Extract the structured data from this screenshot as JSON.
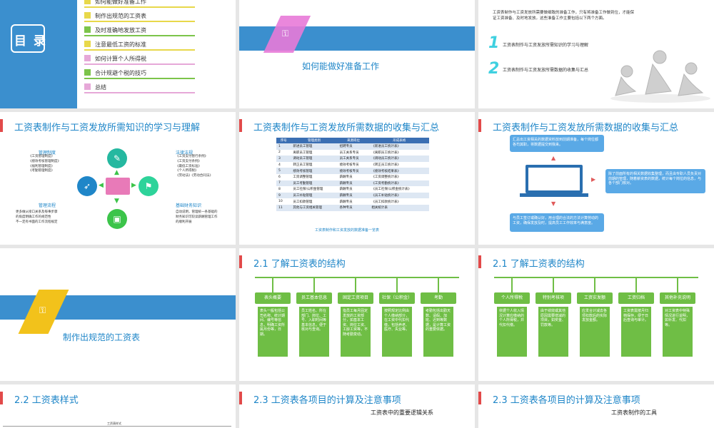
{
  "toc": {
    "title": "目 录",
    "items": [
      "如何能做好准备工作",
      "制作出规范的工资表",
      "及时准确地发放工资",
      "注意最低工资的标准",
      "如何计算个人所得税",
      "合计规避个税的技巧",
      "总结"
    ],
    "colors": [
      "#e8d84a",
      "#e8d84a",
      "#7cc44a",
      "#e8d84a",
      "#e6a8d8",
      "#7cc44a",
      "#e6a8d8"
    ]
  },
  "slide2": {
    "title": "如何能做好准备工作"
  },
  "slide3": {
    "intro": "工资表制作与工资发放所需要做细致的准备工作，只有将准备工作做到位，才能保证工资准备、及时地发放。这些准备工作主要包括以下两个方面。",
    "item1_num": "1",
    "item1": "工资表制作与工资发放所需知识的学习与理解",
    "item2_num": "2",
    "item2": "工资表制作与工资发放所需数据的收集与汇总"
  },
  "slide4": {
    "title": "工资表制作与工资发放所需知识的学习与理解",
    "tl_head": "管理制度",
    "tl_lines": [
      "《工资管理制度》",
      "《绩效考核管理制度》",
      "《福利管理制度》",
      "《考勤管理制度》"
    ],
    "tr_head": "法律法规",
    "tr_lines": [
      "《工资支付暂行条例》",
      "《工资支付条例》",
      "《最低工资标准》",
      "《个人所得税》",
      "《劳动法》《劳动合同法》"
    ],
    "bl_head": "管理流程",
    "bl_lines": [
      "更多做从接口关系及每事步骤",
      "的角度明确工作的规范性",
      "不一定有书面的工作流程规定"
    ],
    "br_head": "基础财务知识",
    "br_lines": [
      "自动说明，管理统一各基础的",
      "财务知识可较读薪酬管理工作",
      "的顺利开展"
    ]
  },
  "slide5": {
    "title": "工资表制作与工资发放所需数据的收集与汇总",
    "headers": [
      "序号",
      "管理类别",
      "来源岗位",
      "形成表格"
    ],
    "rows": [
      [
        "1",
        "新进员工管理",
        "招聘专员",
        "《新进员工统计表》"
      ],
      [
        "2",
        "离职员工管理",
        "员工关系专员",
        "《离职员工统计表》"
      ],
      [
        "3",
        "调动员工管理",
        "员工关系专员",
        "《调动员工统计表》"
      ],
      [
        "4",
        "转正员工管理",
        "绩效考核专员",
        "《转正员工统计表》"
      ],
      [
        "5",
        "绩效考核管理",
        "绩效考核专员",
        "《绩效考核结果表》"
      ],
      [
        "6",
        "工资调整管理",
        "薪酬专员",
        "《工资调整统计表》"
      ],
      [
        "7",
        "员工考勤管理",
        "薪酬专员",
        "《工资考勤统计表》"
      ],
      [
        "8",
        "员工社保/公积金管理",
        "薪酬专员",
        "《员工社保/公积金统计表》"
      ],
      [
        "9",
        "员工补贴管理",
        "薪酬专员",
        "《员工补贴统计表》"
      ],
      [
        "10",
        "员工扣款管理",
        "薪酬专员",
        "《员工扣款统计表》"
      ],
      [
        "11",
        "其他与工资相关管理",
        "各种专员",
        "相关统计表"
      ]
    ],
    "caption": "工资表制作和工资发放的数据准备一览表"
  },
  "slide6": {
    "title": "工资表制作与工资发放所需数据的收集与汇总",
    "box1": "汇总出工资相关的数据资料放到前期准备，每个岗位都各司其职，将数据提交到我来。",
    "box2": "除了前面所有的相关数据收集整理，而且由专职人员负责对前期的管理，随着薪资表的数据，统计每个岗位的信息，与各个部门核对。",
    "box3": "与员工签订或确认好，用合理的合法的方法计算劳动的工资，确保发放及时，提高员工工作效率与满意度。"
  },
  "slide7": {
    "title": "制作出规范的工资表"
  },
  "slide8": {
    "title": "2.1 了解工资表的结构",
    "heads": [
      "表头概要",
      "员工基本信息",
      "固定工资项目",
      "社保（公积金）",
      "考勤"
    ],
    "bodies": [
      "表头一般包括公司名称、统计期间、编号等信息，明确工资所属月份等，日期。",
      "员工姓名、所在部门、岗位、工号、入职时间等基本信息，便于核对与查询。",
      "指员工每月固定发放的工资部分，如基本工资、岗位工资、工龄工资等，不随考勤变动。",
      "按照规定比例由个人缴纳部分，在工资中代扣代缴，包括养老、医疗、失业等。",
      "考勤包括出勤天数、请假、加班、迟到等数据，是计算工资的重要依据。"
    ]
  },
  "slide9": {
    "title": "2.1 了解工资表的结构",
    "heads": [
      "个人所得税",
      "特别考核项",
      "工资实发额",
      "工资归档",
      "其他补充说明"
    ],
    "bodies": [
      "依据个人收入情况计算应缴纳的个人所得税，并代扣代缴。",
      "由于绩效或其他原因需要增减的项目，如奖金、罚款等。",
      "应发合计减去各项扣款后的实际发放金额。",
      "工资表需按月归档保存，便于日后查询与审计。",
      "对工资表中特殊情况进行说明，如补发、代扣等。"
    ]
  },
  "slide10": {
    "title": "2.2  工资表样式",
    "sample": "工资表样式"
  },
  "slide11": {
    "title": "2.3  工资表各项目的计算及注意事项",
    "subtitle": "工资表中的重要逻辑关系"
  },
  "slide12": {
    "title": "2.3  工资表各项目的计算及注意事项",
    "subtitle": "工资表制作的工具"
  }
}
